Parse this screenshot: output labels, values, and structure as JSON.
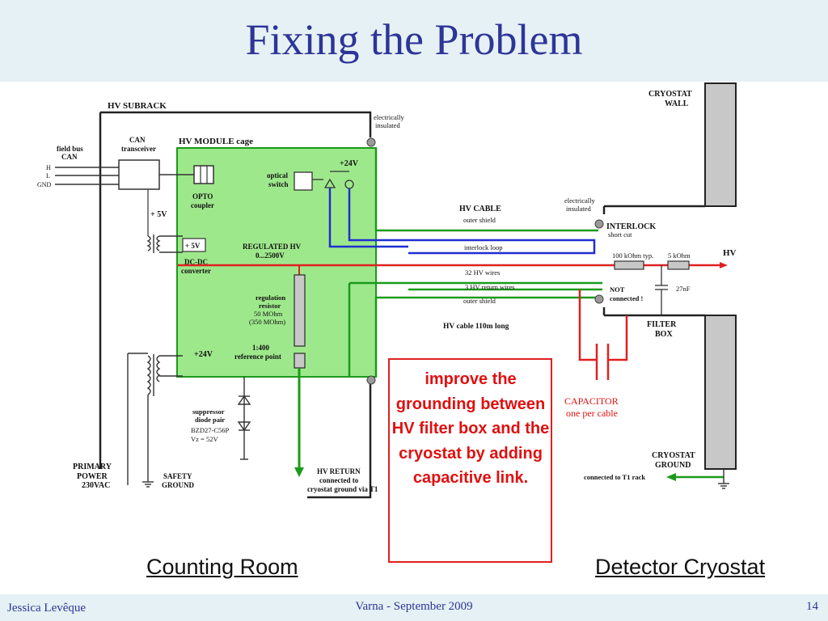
{
  "slide": {
    "title": "Fixing the Problem",
    "footer_left": "Jessica Levêque",
    "footer_center": "Varna -  September 2009",
    "page_number": "14"
  },
  "labels": {
    "counting_room": "Counting Room",
    "detector_cryostat": "Detector Cryostat",
    "note": "improve the grounding between HV filter box and the cryostat by adding capacitive link."
  },
  "diagram": {
    "hv_subrack": "HV SUBRACK",
    "hv_module_cage": "HV MODULE cage",
    "field_bus_line1": "field bus",
    "field_bus_line2": "CAN",
    "bus_h": "H",
    "bus_l": "L",
    "bus_gnd": "GND",
    "can_line1": "CAN",
    "can_line2": "transceiver",
    "plus5v_a": "+ 5V",
    "plus5v_b": "+ 5V",
    "opto_line1": "OPTO",
    "opto_line2": "coupler",
    "optical_line1": "optical",
    "optical_line2": "switch",
    "plus24v_a": "+24V",
    "plus24v_b": "+24V",
    "dcdc_line1": "DC-DC",
    "dcdc_line2": "converter",
    "regulated_line1": "REGULATED HV",
    "regulated_line2": "0...2500V",
    "regres_line1": "regulation",
    "regres_line2": "resistor",
    "regres_line3": "50 MOhm",
    "regres_line4": "(350 MOhm)",
    "ref_line1": "1:400",
    "ref_line2": "reference point",
    "suppressor_line1": "suppressor",
    "suppressor_line2": "diode pair",
    "suppressor_line3": "BZD27-C56P",
    "suppressor_line4": "Vz = 52V",
    "primary_line1": "PRIMARY",
    "primary_line2": "POWER",
    "primary_line3": "230VAC",
    "safety_line1": "SAFETY",
    "safety_line2": "GROUND",
    "hvreturn_line1": "HV RETURN",
    "hvreturn_line2": "connected to",
    "hvreturn_line3": "cryostat ground via T1",
    "elec_ins1_line1": "electrically",
    "elec_ins1_line2": "insulated",
    "elec_ins2_line1": "electrically",
    "elec_ins2_line2": "insulated",
    "hv_cable": "HV CABLE",
    "outer_shield_top": "outer shield",
    "interlock_loop": "interlock loop",
    "hv_wires": "32 HV wires",
    "return_wires": "3 HV return wires",
    "outer_shield_bottom": "outer shield",
    "hv_cable_length": "HV cable 110m long",
    "cryostat_wall_line1": "CRYOSTAT",
    "cryostat_wall_line2": "WALL",
    "interlock": "INTERLOCK",
    "short_cut": "short cut",
    "res_100k": "100 kOhm typ.",
    "res_5k": "5 kOhm",
    "hv": "HV",
    "cap_27nf": "27nF",
    "not_line1": "NOT",
    "not_line2": "connected !",
    "filter_line1": "FILTER",
    "filter_line2": "BOX",
    "capacitor_line1": "CAPACITOR",
    "capacitor_line2": "one per cable",
    "cryostat_ground_line1": "CRYOSTAT",
    "cryostat_ground_line2": "GROUND",
    "connected_t1": "connected to T1 rack"
  },
  "colors": {
    "title": "#2e3598",
    "band": "#e5f1f4",
    "green_cage": "#9ee88c",
    "hv_red": "#e02020",
    "interlock_blue": "#1f2fd0",
    "shield_green": "#1a9a1a",
    "wall_gray": "#c8c8c8"
  }
}
